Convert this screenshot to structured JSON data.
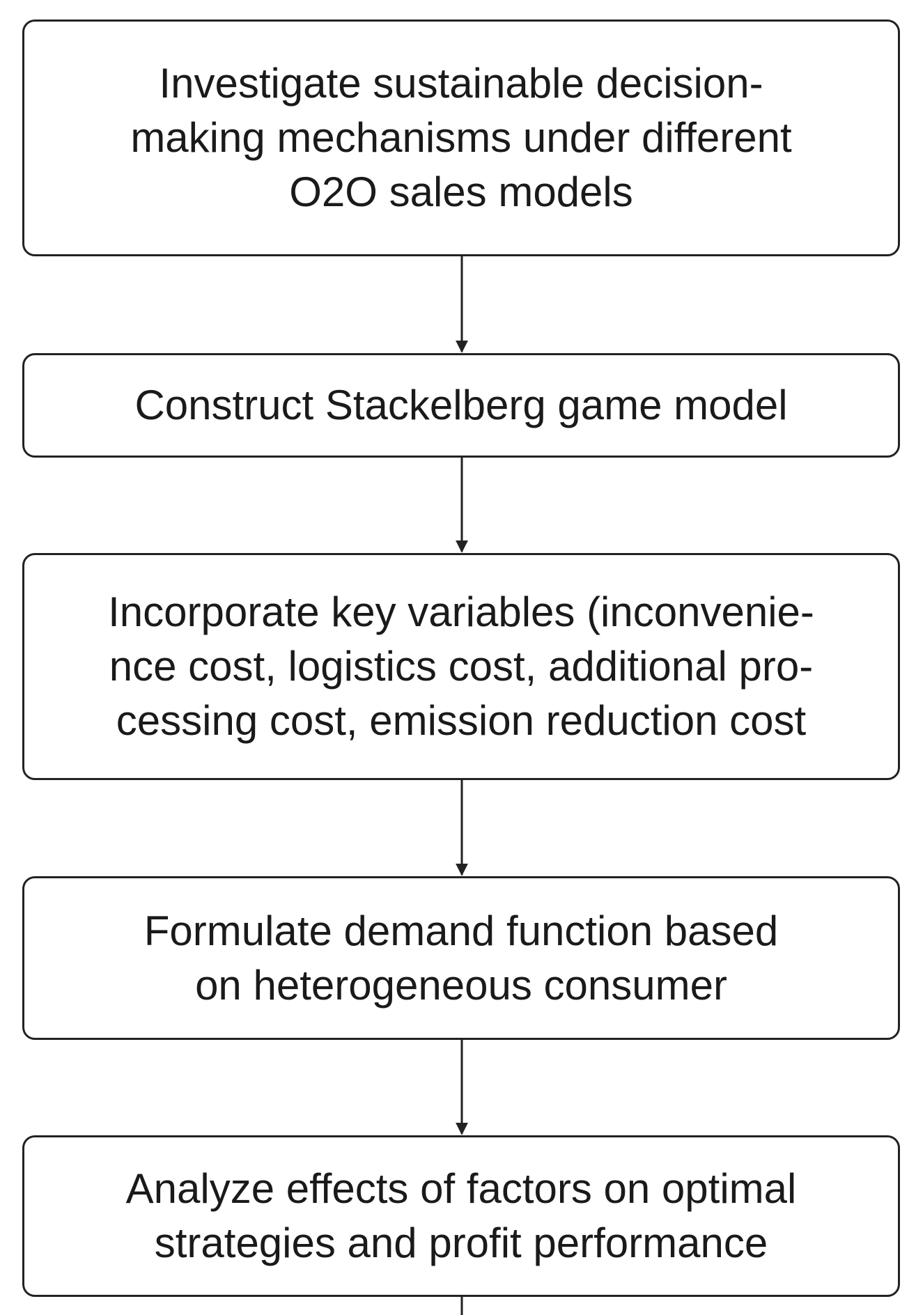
{
  "diagram": {
    "nodes": [
      {
        "id": "n1",
        "label": "Investigate sustainable decision-\nmaking mechanisms under different\nO2O sales models"
      },
      {
        "id": "n2",
        "label": "Construct Stackelberg game model"
      },
      {
        "id": "n3",
        "label": "Incorporate key variables (inconvenie-\nnce cost, logistics cost, additional pro-\ncessing cost, emission reduction cost"
      },
      {
        "id": "n4",
        "label": "Formulate demand function based\non heterogeneous consumer"
      },
      {
        "id": "n5",
        "label": "Analyze effects of factors on optimal\nstrategies and profit performance"
      }
    ],
    "edges": [
      {
        "from": "n1",
        "to": "n2"
      },
      {
        "from": "n2",
        "to": "n3"
      },
      {
        "from": "n3",
        "to": "n4"
      },
      {
        "from": "n4",
        "to": "n5"
      },
      {
        "from": "n5",
        "to": "continues"
      }
    ],
    "colors": {
      "stroke": "#222222",
      "text": "#1a1a1a",
      "background": "#ffffff"
    }
  }
}
